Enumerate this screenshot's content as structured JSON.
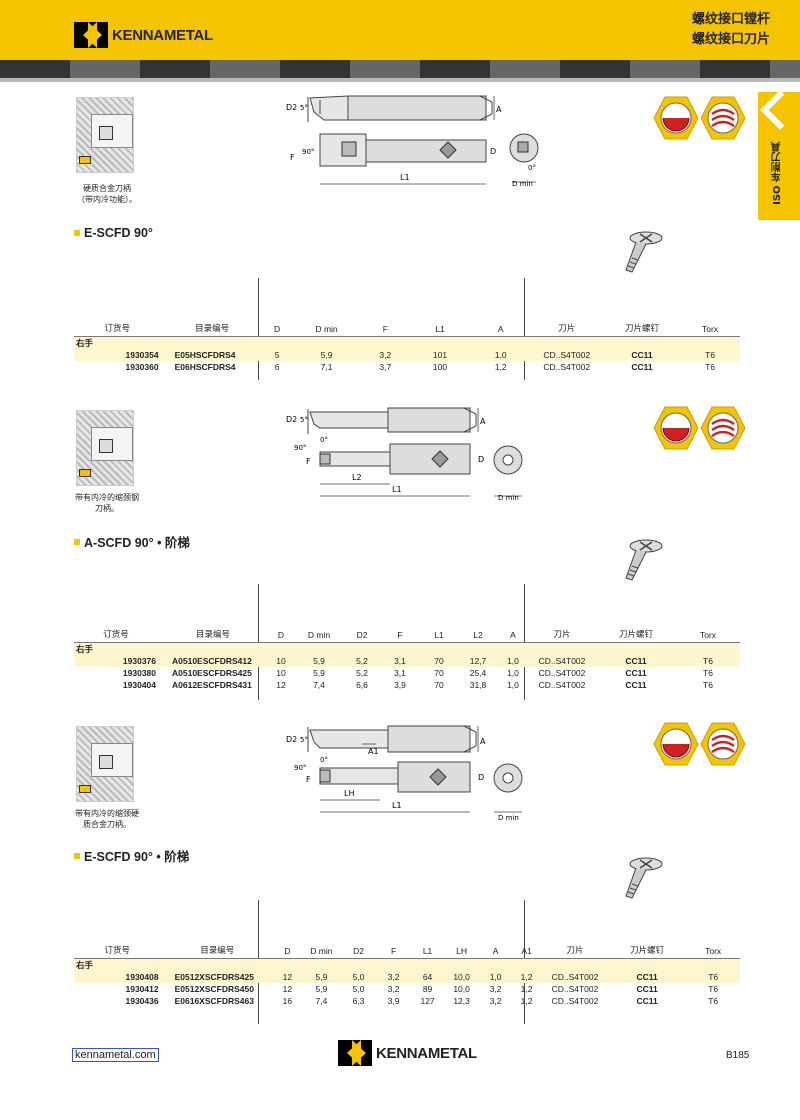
{
  "brand": "KENNAMETAL",
  "header": {
    "title_line1": "螺纹接口镗杆",
    "title_line2": "螺纹接口刀片"
  },
  "sidetab": {
    "text": "ISO 车削刀具"
  },
  "colors": {
    "accent": "#f5c400",
    "highlight_row": "#fff6d0",
    "dark": "#222222"
  },
  "sections": [
    {
      "caption": [
        "硬质合金刀柄",
        "（带内冷功能）。"
      ],
      "title": "E-SCFD 90°",
      "dims": {
        "D2": "D2",
        "S": "5°",
        "A": "A",
        "F": "F",
        "ang": "90°",
        "D": "D",
        "L1": "L1",
        "Dmin": "D min",
        "zero": "0°"
      },
      "columns": [
        "订货号",
        "目录编号",
        "D",
        "D min",
        "F",
        "L1",
        "A",
        "刀片",
        "刀片螺钉",
        "Torx"
      ],
      "side_label": "右手",
      "rows": [
        [
          "1930354",
          "E05HSCFDRS4",
          "5",
          "5,9",
          "3,2",
          "101",
          "1,0",
          "CD..S4T002",
          "CC11",
          "T6"
        ],
        [
          "1930360",
          "E06HSCFDRS4",
          "6",
          "7,1",
          "3,7",
          "100",
          "1,2",
          "CD..S4T002",
          "CC11",
          "T6"
        ]
      ]
    },
    {
      "caption": [
        "带有内冷的缩颈钢",
        "刀柄。"
      ],
      "title": "A-SCFD 90° • 阶梯",
      "dims": {
        "D2": "D2",
        "S": "5°",
        "A": "A",
        "F": "F",
        "ang": "90°",
        "zero": "0°",
        "D": "D",
        "L2": "L2",
        "L1": "L1",
        "Dmin": "D min"
      },
      "columns": [
        "订货号",
        "目录编号",
        "D",
        "D min",
        "D2",
        "F",
        "L1",
        "L2",
        "A",
        "刀片",
        "刀片螺钉",
        "Torx"
      ],
      "side_label": "右手",
      "rows": [
        [
          "1930376",
          "A0510ESCFDRS412",
          "10",
          "5,9",
          "5,2",
          "3,1",
          "70",
          "12,7",
          "1,0",
          "CD..S4T002",
          "CC11",
          "T6"
        ],
        [
          "1930380",
          "A0510ESCFDRS425",
          "10",
          "5,9",
          "5,2",
          "3,1",
          "70",
          "25,4",
          "1,0",
          "CD..S4T002",
          "CC11",
          "T6"
        ],
        [
          "1930404",
          "A0612ESCFDRS431",
          "12",
          "7,4",
          "6,6",
          "3,9",
          "70",
          "31,8",
          "1,0",
          "CD..S4T002",
          "CC11",
          "T6"
        ]
      ]
    },
    {
      "caption": [
        "带有内冷的缩颈硬",
        "质合金刀柄。"
      ],
      "title": "E-SCFD 90° • 阶梯",
      "dims": {
        "D2": "D2",
        "S": "5°",
        "A1": "A1",
        "A": "A",
        "F": "F",
        "ang": "90°",
        "zero": "0°",
        "D": "D",
        "LH": "LH",
        "L1": "L1",
        "Dmin": "D min"
      },
      "columns": [
        "订货号",
        "目录编号",
        "D",
        "D min",
        "D2",
        "F",
        "L1",
        "LH",
        "A",
        "A1",
        "刀片",
        "刀片螺钉",
        "Torx"
      ],
      "side_label": "右手",
      "rows": [
        [
          "1930408",
          "E0512XSCFDRS425",
          "12",
          "5,9",
          "5,0",
          "3,2",
          "64",
          "10,0",
          "1,0",
          "1,2",
          "CD..S4T002",
          "CC11",
          "T6"
        ],
        [
          "1930412",
          "E0512XSCFDRS450",
          "12",
          "5,9",
          "5,0",
          "3,2",
          "89",
          "10,0",
          "3,2",
          "1,2",
          "CD..S4T002",
          "CC11",
          "T6"
        ],
        [
          "1930436",
          "E0616XSCFDRS463",
          "16",
          "7,4",
          "6,3",
          "3,9",
          "127",
          "12,3",
          "3,2",
          "1,2",
          "CD..S4T002",
          "CC11",
          "T6"
        ]
      ]
    }
  ],
  "footer": {
    "link": "kennametal.com",
    "page": "B185"
  }
}
